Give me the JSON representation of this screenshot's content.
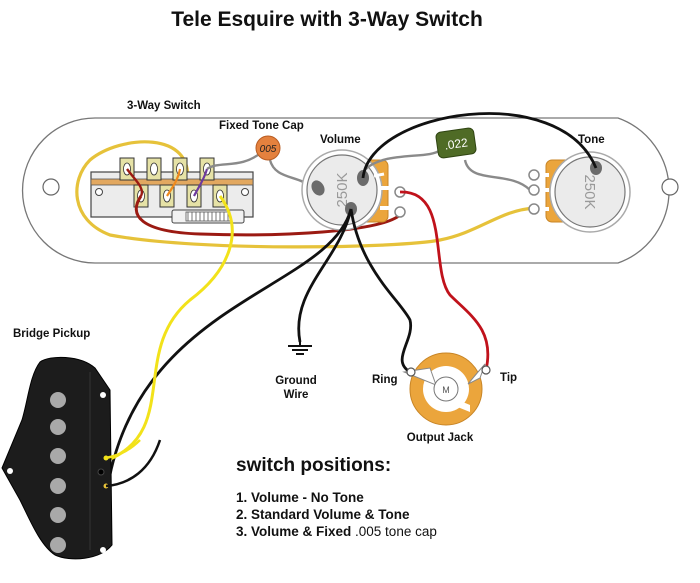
{
  "title": "Tele Esquire with 3-Way Switch",
  "labels": {
    "switch": "3-Way Switch",
    "fixed_tone_cap": "Fixed Tone Cap",
    "volume": "Volume",
    "tone": "Tone",
    "bridge_pickup": "Bridge Pickup",
    "ground_wire_line1": "Ground",
    "ground_wire_line2": "Wire",
    "ring": "Ring",
    "tip": "Tip",
    "output_jack": "Output Jack"
  },
  "components": {
    "fixed_cap_value": "005",
    "tone_cap_value": ".022",
    "volume_pot_value": "250K",
    "tone_pot_value": "250K",
    "jack_mark": "M"
  },
  "switch_positions": {
    "heading": "switch positions:",
    "items": [
      {
        "text": "1. Volume - No Tone"
      },
      {
        "text": "2. Standard Volume & Tone"
      },
      {
        "text": "3. Volume & Fixed ",
        "suffix": ".005 tone cap"
      }
    ]
  },
  "colors": {
    "wire_black": "#111111",
    "wire_red": "#b5121b",
    "wire_yellow": "#f2e21a",
    "wire_gold": "#e6c23a",
    "wire_gray": "#8a8a8a",
    "pot_orange": "#eba53c",
    "cap_orange": "#e4813e",
    "cap_green": "#4f6b26"
  }
}
